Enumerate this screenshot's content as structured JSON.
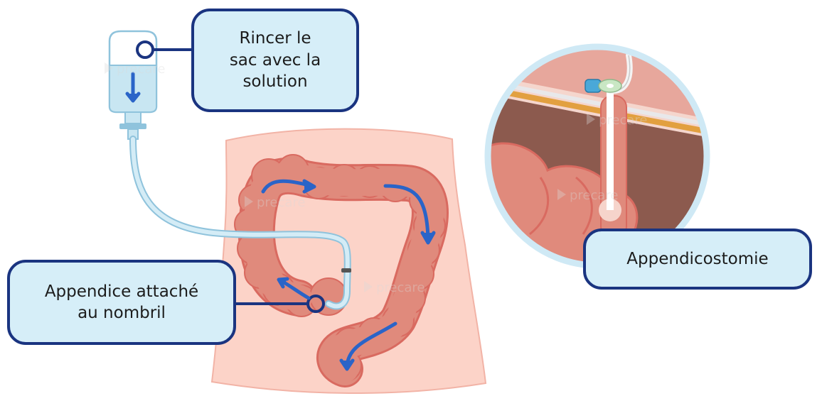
{
  "labels": {
    "rinse": [
      "Rincer le",
      "sac avec la",
      "solution"
    ],
    "appendix": [
      "Appendice attaché",
      "au nombril"
    ],
    "appendicostomy": [
      "Appendicostomie"
    ]
  },
  "watermark": "precare",
  "colors": {
    "outline": "#1a3480",
    "callout_fill": "#d6eef8",
    "skin": "#fcd3c8",
    "colon": "#e08a7c",
    "colon_edge": "#d96a60",
    "flow_arrow": "#2a64c8",
    "tube": "#c4e4f0",
    "magnifier_ring": "#cfe9f5"
  }
}
